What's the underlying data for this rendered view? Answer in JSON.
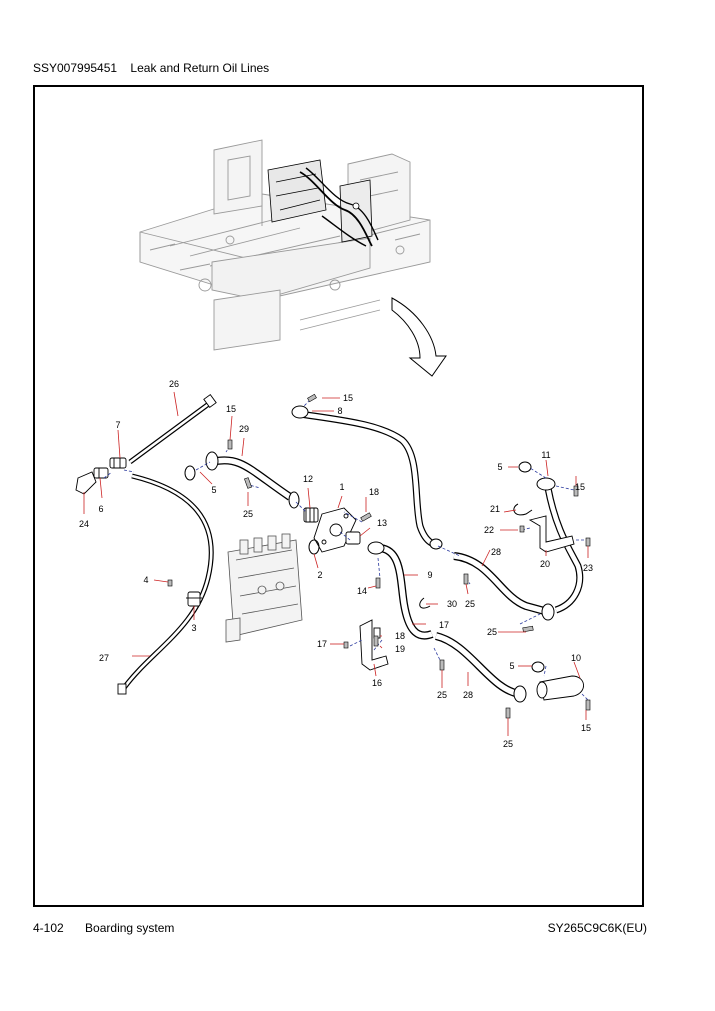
{
  "header": {
    "code": "SSY007995451",
    "title": "Leak and Return Oil Lines"
  },
  "footer": {
    "page": "4-102",
    "section": "Boarding system",
    "model": "SY265C9C6K(EU)"
  },
  "colors": {
    "leader": "#cc2222",
    "dash": "#2b3a9e",
    "line": "#000000",
    "ghost": "#9a9a9a"
  },
  "callouts": [
    {
      "id": "c26",
      "text": "26"
    },
    {
      "id": "c15a",
      "text": "15"
    },
    {
      "id": "c8",
      "text": "8"
    },
    {
      "id": "c15b",
      "text": "15"
    },
    {
      "id": "c29",
      "text": "29"
    },
    {
      "id": "c7",
      "text": "7"
    },
    {
      "id": "c11",
      "text": "11"
    },
    {
      "id": "c5a",
      "text": "5"
    },
    {
      "id": "c5b",
      "text": "5"
    },
    {
      "id": "c12",
      "text": "12"
    },
    {
      "id": "c1",
      "text": "1"
    },
    {
      "id": "c18a",
      "text": "18"
    },
    {
      "id": "c6",
      "text": "6"
    },
    {
      "id": "c24",
      "text": "24"
    },
    {
      "id": "c25a",
      "text": "25"
    },
    {
      "id": "c15c",
      "text": "15"
    },
    {
      "id": "c21",
      "text": "21"
    },
    {
      "id": "c13",
      "text": "13"
    },
    {
      "id": "c22",
      "text": "22"
    },
    {
      "id": "c2",
      "text": "2"
    },
    {
      "id": "c28a",
      "text": "28"
    },
    {
      "id": "c20",
      "text": "20"
    },
    {
      "id": "c23",
      "text": "23"
    },
    {
      "id": "c9",
      "text": "9"
    },
    {
      "id": "c4",
      "text": "4"
    },
    {
      "id": "c14",
      "text": "14"
    },
    {
      "id": "c30",
      "text": "30"
    },
    {
      "id": "c25b",
      "text": "25"
    },
    {
      "id": "c3",
      "text": "3"
    },
    {
      "id": "c17a",
      "text": "17"
    },
    {
      "id": "c25c",
      "text": "25"
    },
    {
      "id": "c18b",
      "text": "18"
    },
    {
      "id": "c17b",
      "text": "17"
    },
    {
      "id": "c19",
      "text": "19"
    },
    {
      "id": "c27",
      "text": "27"
    },
    {
      "id": "c5c",
      "text": "5"
    },
    {
      "id": "c10",
      "text": "10"
    },
    {
      "id": "c16",
      "text": "16"
    },
    {
      "id": "c25d",
      "text": "25"
    },
    {
      "id": "c28b",
      "text": "28"
    },
    {
      "id": "c15d",
      "text": "15"
    },
    {
      "id": "c25e",
      "text": "25"
    }
  ]
}
